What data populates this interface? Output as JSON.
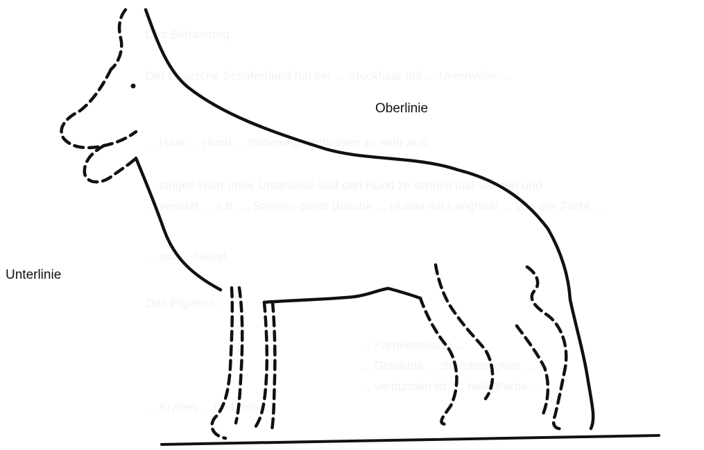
{
  "figure": {
    "labels": {
      "topline": "Oberlinie",
      "underline": "Unterlinie"
    },
    "bleed_through": [
      "Das Behaarung:",
      "Der Deutsche Schäferhund hat ein ... Stockhaar mit ... Unterwolle ...",
      "... Haar ... Hund ... Witterungseinflüssen zu sehr aus.",
      "... langes Haar ohne Unterwolle läßt den Hund zu schnell naß werden und",
      "... verletzt ... z.B. ... Streifen durch Büsche ... Hunde mit Langhaar ... von der Zucht ...",
      "... gut ... belegt.",
      "Das Pigment:",
      "... Farbverteilung ...",
      "... Gebäude ... Standfestigkeit ...",
      "... verbunden ist. ... helle Farbe ...",
      "... Krallen ... und rote ..."
    ],
    "colors": {
      "ink": "#111111",
      "paper": "#ffffff"
    }
  }
}
